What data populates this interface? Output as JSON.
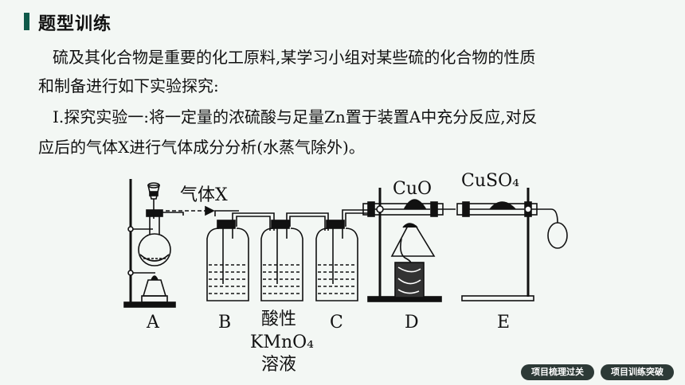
{
  "heading": "题型训练",
  "paragraphs": {
    "p1_line1": "硫及其化合物是重要的化工原料,某学习小组对某些硫的化合物的性质",
    "p1_line2": "和制备进行如下实验探究:",
    "p2_line1": "Ⅰ.探究实验一:将一定量的浓硫酸与足量Zn置于装置A中充分反应,对反",
    "p2_line2": "应后的气体X进行气体成分分析(水蒸气除外)。"
  },
  "figure": {
    "gas_label": "气体X",
    "reagent_d": "CuO",
    "reagent_e": "CuSO₄",
    "apparatus_labels": [
      "A",
      "B",
      "C",
      "D",
      "E"
    ],
    "solution_label_lines": [
      "酸性",
      "KMnO₄",
      "溶液"
    ]
  },
  "nav": {
    "btn1": "项目梳理过关",
    "btn2": "项目训练突破"
  }
}
